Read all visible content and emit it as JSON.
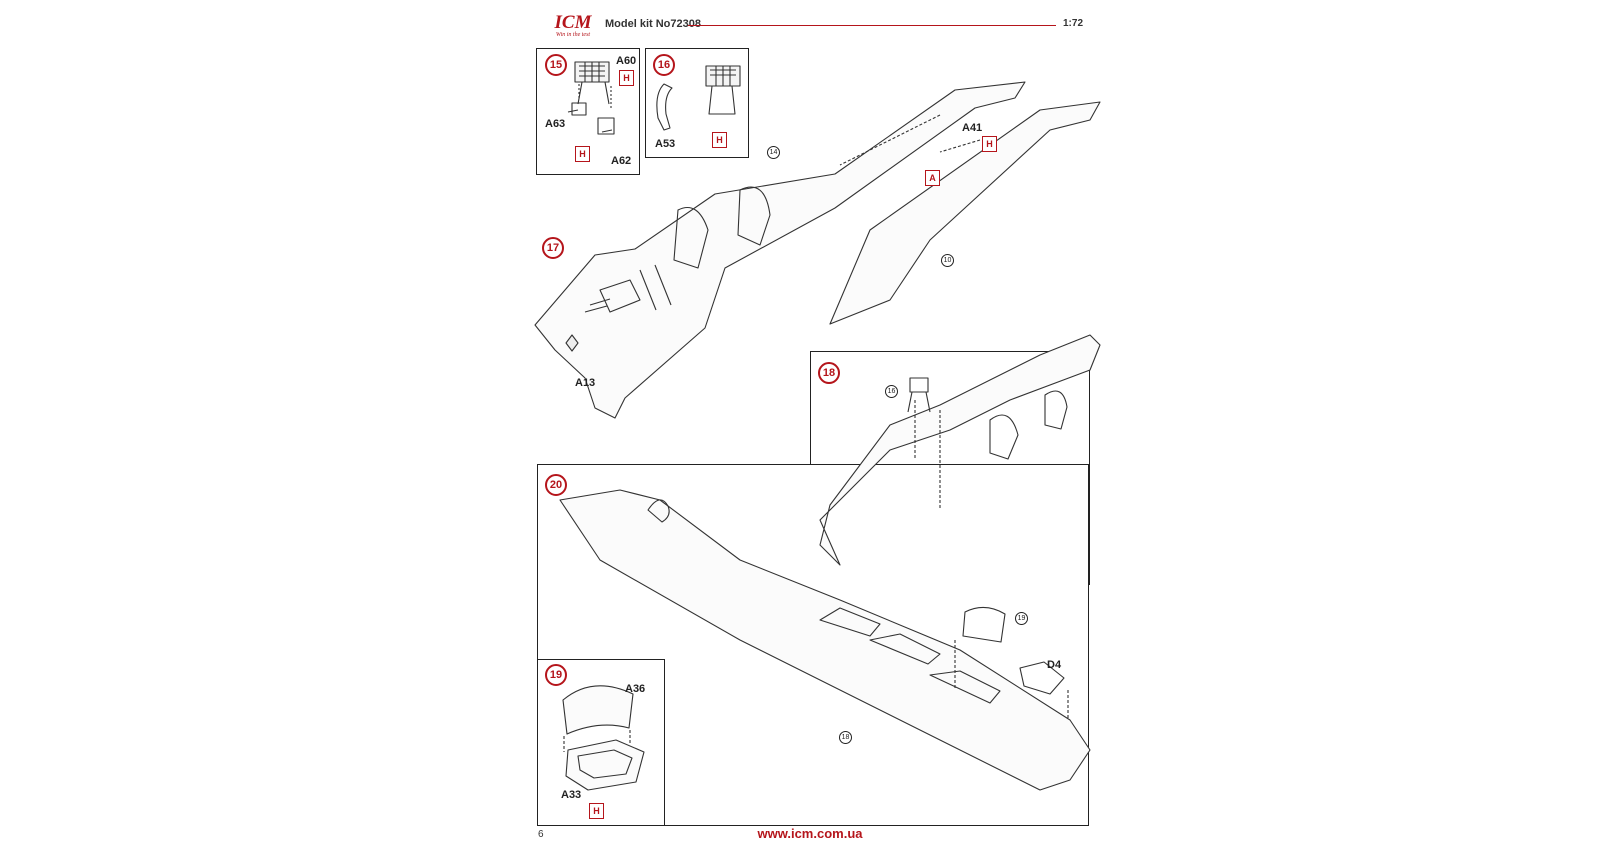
{
  "header": {
    "brand": "ICM",
    "slogan": "Win in the test",
    "kit": "Model kit No72308",
    "scale": "1:72"
  },
  "steps": [
    {
      "number": "15",
      "parts": [
        "A60",
        "A63",
        "A62"
      ],
      "glue": [
        "H",
        "H"
      ]
    },
    {
      "number": "16",
      "parts": [
        "A53"
      ],
      "glue": [
        "H"
      ]
    },
    {
      "number": "17",
      "parts": [
        "A41",
        "A13"
      ],
      "glue": [
        "H",
        "A"
      ],
      "refs": [
        "14",
        "10"
      ]
    },
    {
      "number": "18",
      "refs": [
        "16"
      ]
    },
    {
      "number": "20",
      "parts": [
        "D4"
      ],
      "refs": [
        "19",
        "18"
      ]
    },
    {
      "number": "19",
      "parts": [
        "A36",
        "A33"
      ],
      "glue": [
        "H"
      ]
    }
  ],
  "footer": {
    "page": "6",
    "url": "www.icm.com.ua"
  },
  "colors": {
    "accent": "#b5151b",
    "line": "#222222"
  }
}
